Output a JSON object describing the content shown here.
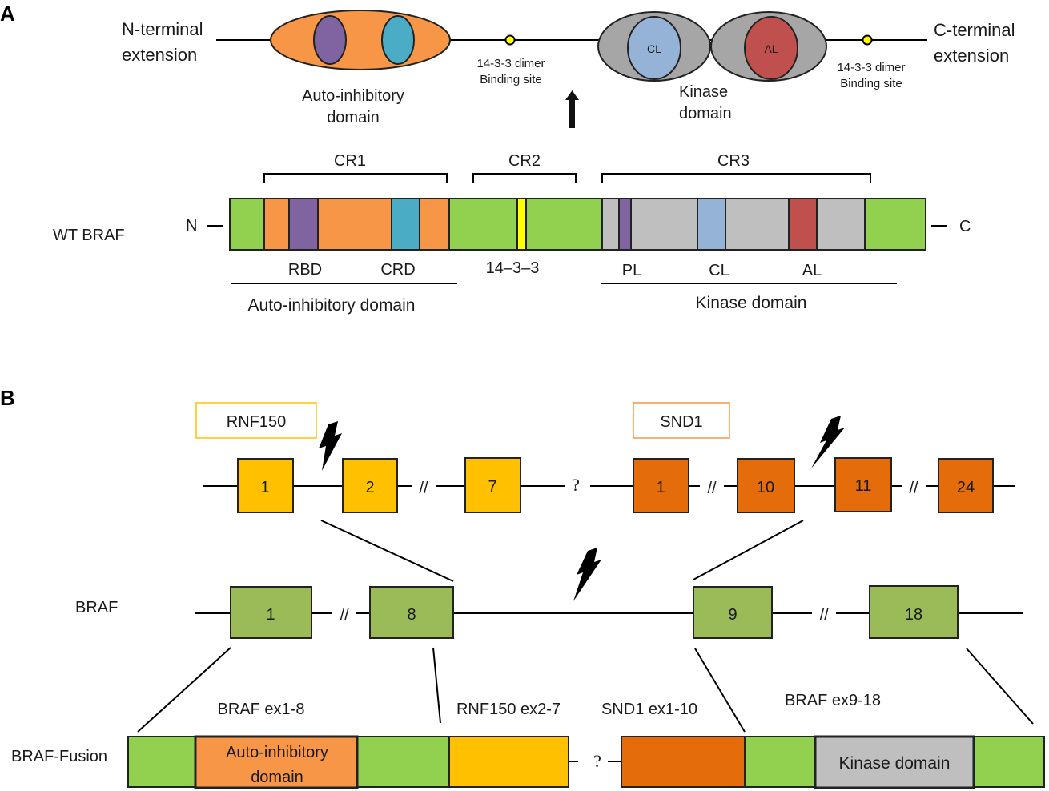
{
  "panels": {
    "a": "A",
    "b": "B"
  },
  "colors": {
    "green": "#92d050",
    "exon_green": "#9bbb59",
    "orange": "#f79646",
    "purple": "#8064a2",
    "teal": "#4bacc6",
    "yellow": "#ffff00",
    "grey": "#bfbfbf",
    "light_blue": "#95b3d7",
    "red": "#c0504d",
    "gold": "#ffc000",
    "dark_orange": "#e46c0a"
  },
  "panel_a": {
    "n_terminal": [
      "N-terminal",
      "extension"
    ],
    "c_terminal": [
      "C-terminal",
      "extension"
    ],
    "auto_inhibitory": [
      "Auto-inhibitory",
      "domain"
    ],
    "kinase": [
      "Kinase",
      "domain"
    ],
    "binding_site": [
      "14-3-3 dimer",
      "Binding site"
    ],
    "cl": "CL",
    "al": "AL",
    "cr1": "CR1",
    "cr2": "CR2",
    "cr3": "CR3",
    "wt_braf": "WT BRAF",
    "n": "N",
    "c": "C",
    "rbd": "RBD",
    "crd": "CRD",
    "site_1433": "14–3–3",
    "pl": "PL",
    "cl_bar": "CL",
    "al_bar": "AL",
    "auto_domain": "Auto-inhibitory domain",
    "kinase_domain": "Kinase domain"
  },
  "panel_b": {
    "rnf150": "RNF150",
    "snd1": "SND1",
    "question": "?",
    "break": "//",
    "rnf_exons": [
      "1",
      "2",
      "7"
    ],
    "snd_exons": [
      "1",
      "10",
      "11",
      "24"
    ],
    "braf": "BRAF",
    "braf_exons": [
      "1",
      "8",
      "9",
      "18"
    ],
    "braf_ex1_8": "BRAF ex1-8",
    "rnf150_ex2_7": "RNF150 ex2-7",
    "snd1_ex1_10": "SND1 ex1-10",
    "braf_ex9_18": "BRAF ex9-18",
    "fusion": "BRAF-Fusion",
    "fusion_auto": [
      "Auto-inhibitory",
      "domain"
    ],
    "fusion_kinase": "Kinase domain"
  }
}
